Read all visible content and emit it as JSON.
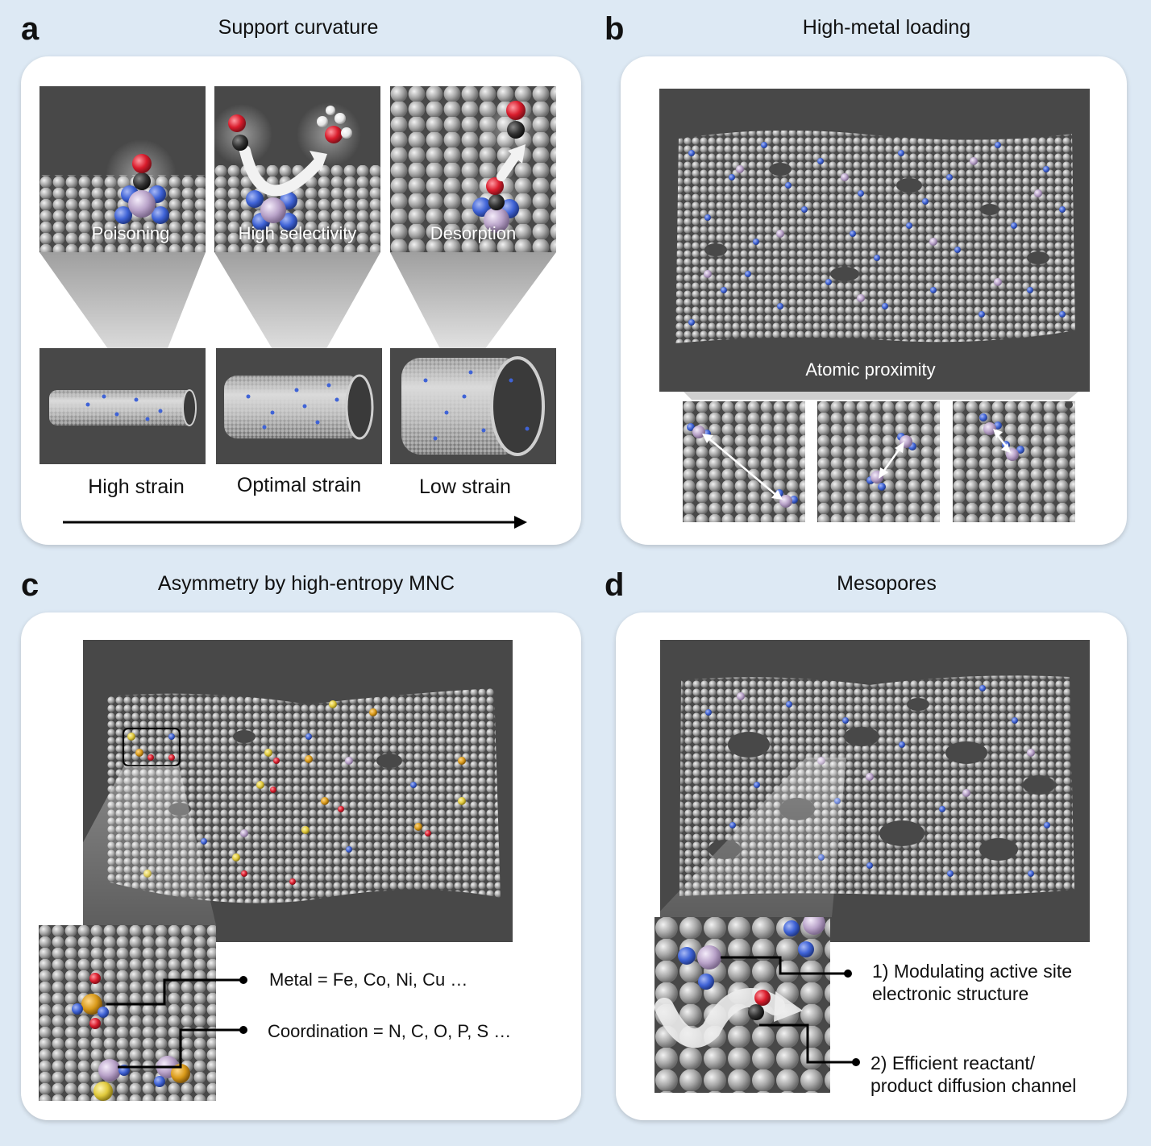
{
  "panels": {
    "a": {
      "letter": "a",
      "title": "Support curvature",
      "insets": [
        "Poisoning",
        "High selectivity",
        "Desorption"
      ],
      "strains": [
        "High strain",
        "Optimal strain",
        "Low strain"
      ]
    },
    "b": {
      "letter": "b",
      "title": "High-metal loading",
      "caption": "Atomic proximity"
    },
    "c": {
      "letter": "c",
      "title": "Asymmetry by high-entropy MNC",
      "metal": "Metal = Fe, Co, Ni, Cu …",
      "coordination": "Coordination = N, C, O, P, S …"
    },
    "d": {
      "letter": "d",
      "title": "Mesopores",
      "note1_line1": "1) Modulating active site",
      "note1_line2": "electronic structure",
      "note2_line1": "2) Efficient reactant/",
      "note2_line2": "product diffusion channel"
    }
  },
  "colors": {
    "background": "#dde9f4",
    "carbon": "#a9a9a9",
    "nitrogen": "#3f63d6",
    "metal": "#b9a3c9",
    "oxygen": "#d91c2c",
    "dark_bg": "#484848"
  }
}
